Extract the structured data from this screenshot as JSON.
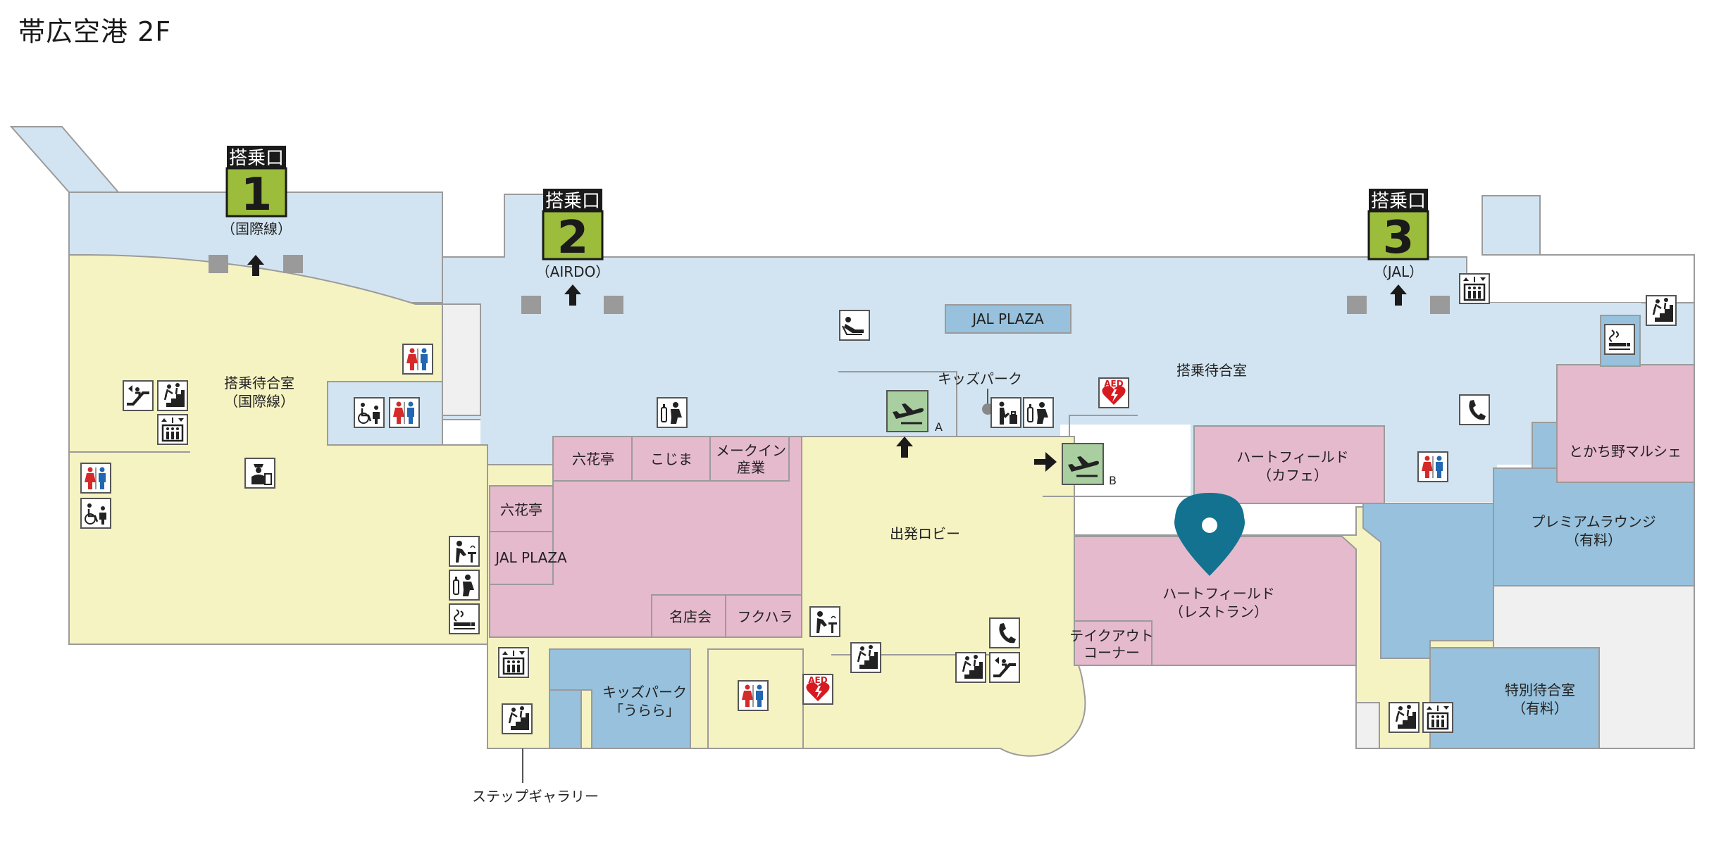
{
  "page": {
    "title": "帯広空港 2F"
  },
  "colors": {
    "waiting_area": "#d2e4f1",
    "lobby": "#f6f3c3",
    "shop": "#e6bacd",
    "lounge": "#97c1dc",
    "service": "#f0f0f0",
    "outline": "#9b9b9b",
    "gate_badge": "#9cbc3c",
    "pin": "#12728f",
    "aed": "#d71920"
  },
  "gates": [
    {
      "header": "搭乗口",
      "number": "1",
      "caption": "（国際線）"
    },
    {
      "header": "搭乗口",
      "number": "2",
      "caption": "（AIRDO）"
    },
    {
      "header": "搭乗口",
      "number": "3",
      "caption": "（JAL）"
    }
  ],
  "areas": {
    "intl_waiting": [
      "搭乗待合室",
      "（国際線）"
    ],
    "domestic_waiting": "搭乗待合室",
    "jal_plaza_top": "JAL PLAZA",
    "kids_park": "キッズパーク",
    "departure_lobby": "出発ロビー",
    "rokkatei_1": "六花亭",
    "kojima": "こじま",
    "make_in": [
      "メークイン",
      "産業"
    ],
    "rokkatei_2": "六花亭",
    "jal_plaza_shop": "JAL PLAZA",
    "meitenkai": "名店会",
    "fukuhara": "フクハラ",
    "heart_field_cafe": [
      "ハートフィールド",
      "（カフェ）"
    ],
    "heart_field_restaurant": [
      "ハートフィールド",
      "（レストラン）"
    ],
    "takeout": [
      "テイクアウト",
      "コーナー"
    ],
    "tokachino_marche": "とかち野マルシェ",
    "premium_lounge": [
      "プレミアムラウンジ",
      "（有料）"
    ],
    "kids_park_urara": [
      "キッズパーク",
      "「うらら」"
    ],
    "special_waiting": [
      "特別待合室",
      "（有料）"
    ],
    "step_gallery": "ステップギャラリー"
  },
  "security": [
    {
      "letter": "A"
    },
    {
      "letter": "B"
    }
  ],
  "aed_label": "AED",
  "icons": [
    "restroom-icon",
    "accessible-restroom-icon",
    "escalator-icon",
    "stairs-icon",
    "elevator-icon",
    "customs-icon",
    "smoking-icon",
    "drinking-fountain-icon",
    "nursing-room-icon",
    "massage-chair-icon",
    "phone-icon",
    "aed-icon",
    "baggage-check-icon"
  ]
}
